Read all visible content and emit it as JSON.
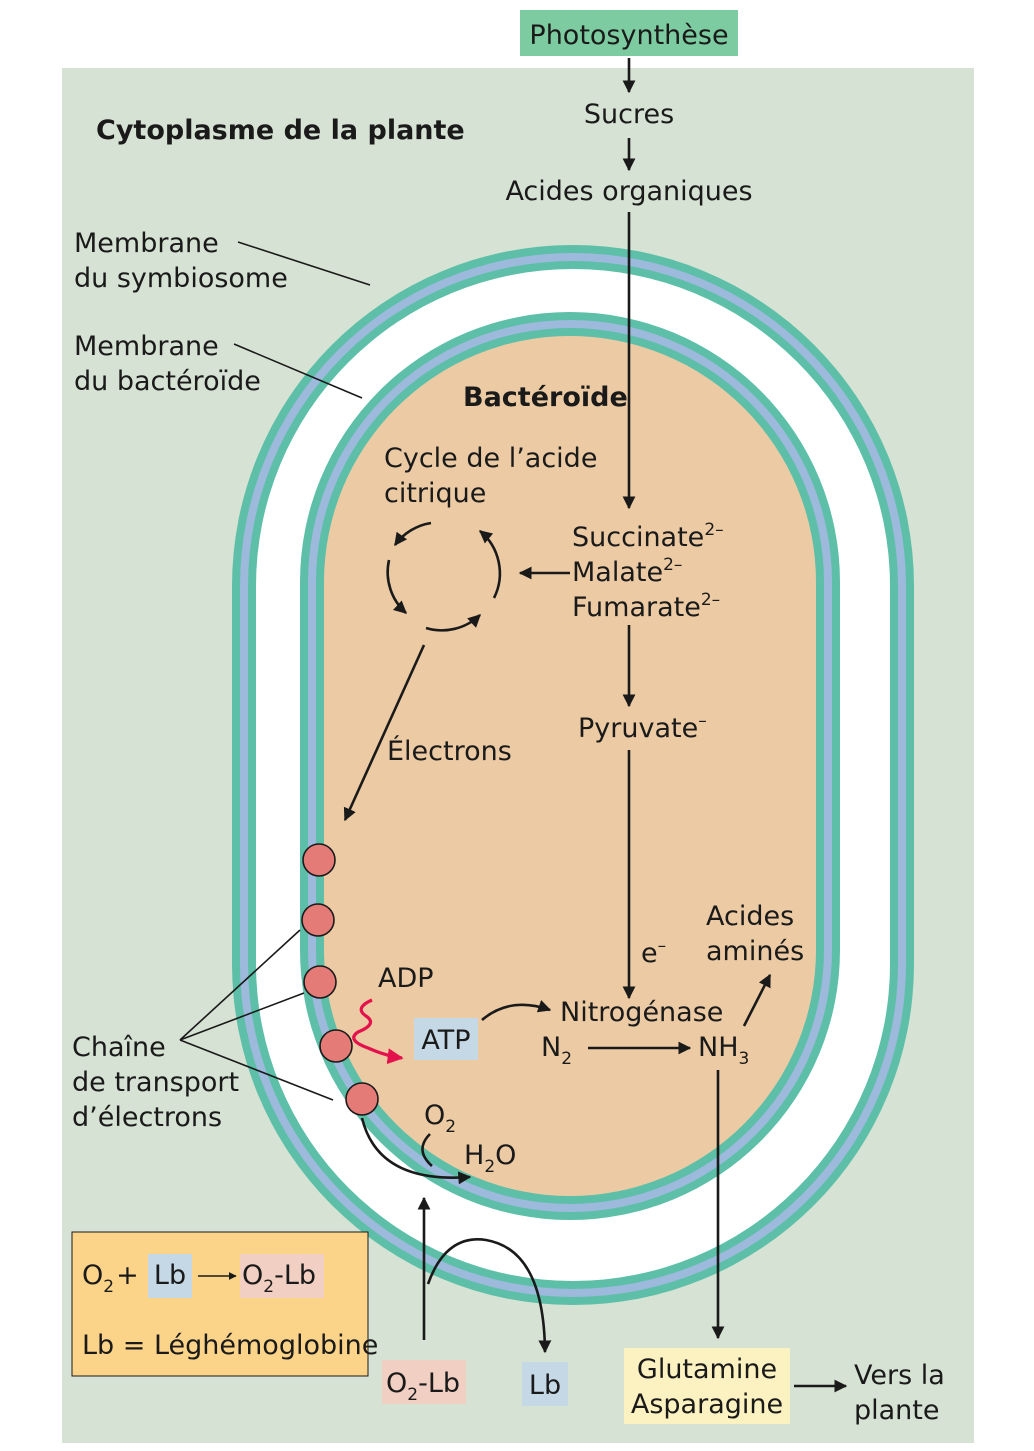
{
  "photosynthesis": "Photosynthèse",
  "sugars": "Sucres",
  "organic_acids": "Acides organiques",
  "cytoplasm_title": "Cytoplasme de la plante",
  "symbiosome_membrane": [
    "Membrane",
    "du symbiosome"
  ],
  "bacteroid_membrane": [
    "Membrane",
    "du bactéroïde"
  ],
  "bacteroid_title": "Bactéroïde",
  "citric_cycle": [
    "Cycle de l’acide",
    "citrique"
  ],
  "acids": [
    {
      "name": "Succinate",
      "charge": "2–"
    },
    {
      "name": "Malate",
      "charge": "2–"
    },
    {
      "name": "Fumarate",
      "charge": "2–"
    }
  ],
  "pyruvate": {
    "name": "Pyruvate",
    "charge": "–"
  },
  "electrons": "Électrons",
  "electron_symbol": {
    "base": "e",
    "charge": "–"
  },
  "amino_acids": [
    "Acides",
    "aminés"
  ],
  "adp": "ADP",
  "atp": "ATP",
  "nitrogenase": "Nitrogénase",
  "n2": {
    "base": "N",
    "sub": "2"
  },
  "nh3": {
    "base": "NH",
    "sub": "3"
  },
  "o2": {
    "base": "O",
    "sub": "2"
  },
  "h2o": {
    "pre": "H",
    "sub": "2",
    "post": "O"
  },
  "etc_label": [
    "Chaîne",
    "de transport",
    "d’électrons"
  ],
  "legend": {
    "eq_o2": "O",
    "eq_o2_sub": "2",
    "eq_plus": "+",
    "eq_lb": "Lb",
    "eq_product_o": "O",
    "eq_product_sub": "2",
    "eq_product_lb": "-Lb",
    "definition": "Lb = Léghémoglobine"
  },
  "o2lb": {
    "o": "O",
    "sub": "2",
    "rest": "-Lb"
  },
  "lb": "Lb",
  "products": [
    "Glutamine",
    "Asparagine"
  ],
  "destination": [
    "Vers la",
    "plante"
  ],
  "colors": {
    "cytoplasm": "#d6e2d3",
    "outer_ring": "#5dbfa8",
    "membrane_blue": "#9dbadc",
    "interior": "#eccba4",
    "photosynthesis_box": "#7dcba0",
    "legend_box": "#fbd489",
    "lb_box": "#c5d8e6",
    "o2lb_box": "#f1cfc2",
    "glutamine_box": "#fcf1c0",
    "atp_box": "#c5d8e6",
    "etc_circle": "#e47b77",
    "adp_arrow": "#e3124c"
  }
}
